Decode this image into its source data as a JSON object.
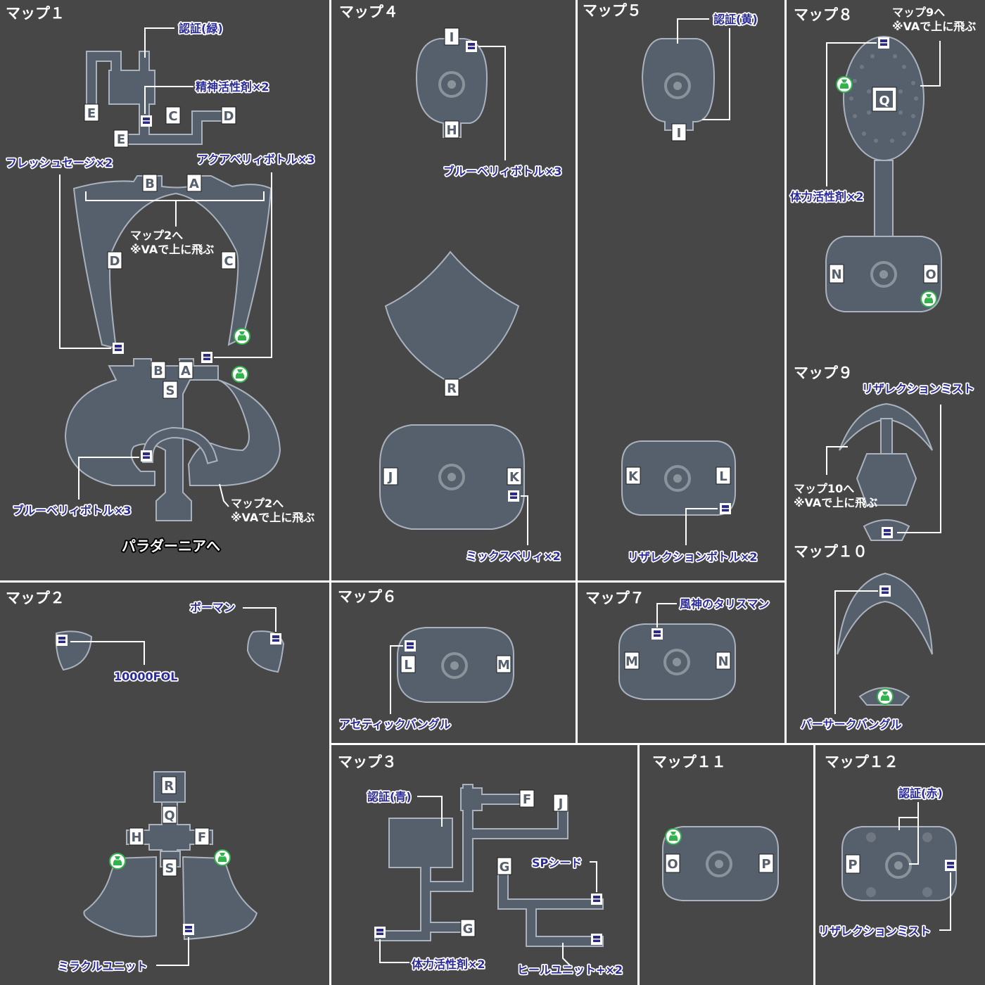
{
  "image": {
    "width": 1400,
    "height": 1400,
    "background": "#474747"
  },
  "colors": {
    "room_fill": "#56606c",
    "room_stroke": "#a9b2bd",
    "item_text": "#2a2a9a",
    "chest_marker": "#2b2b86",
    "bag_marker": "#33b14d",
    "leader_line": "#ffffff"
  },
  "panels": {
    "map1": {
      "title": "マップ１",
      "notes": {
        "to_map2_top_1": "マップ2へ",
        "to_map2_top_2": "※VAで上に飛ぶ",
        "to_map2_bot_1": "マップ2へ",
        "to_map2_bot_2": "※VAで上に飛ぶ"
      },
      "destination": "パラダーニアへ",
      "items": {
        "auth_green": "認証(緑)",
        "mental": "精神活性剤×2",
        "fresh_sage": "フレッシュセージ×2",
        "aqua_berry": "アクアベリィボトル×3",
        "blue_berry": "ブルーベリィボトル×3"
      },
      "markers": {
        "e1": "E",
        "c": "C",
        "d_top": "D",
        "e2": "E",
        "b_top": "B",
        "a_top": "A",
        "d": "D",
        "c_mid": "C",
        "b": "B",
        "a": "A",
        "s": "S"
      }
    },
    "map2": {
      "title": "マップ２",
      "items": {
        "fol": "10000FOL",
        "bowman": "ボーマン",
        "miracle": "ミラクルユニット"
      },
      "markers": {
        "r": "R",
        "q": "Q",
        "h": "H",
        "f": "F",
        "s": "S"
      }
    },
    "map3": {
      "title": "マップ３",
      "items": {
        "auth_blue": "認証(青)",
        "sp_seed": "SPシード",
        "vitality": "体力活性剤×2",
        "heal": "ヒールユニット+×2"
      },
      "markers": {
        "f": "F",
        "j": "J",
        "g1": "G",
        "g2": "G"
      }
    },
    "map4": {
      "title": "マップ４",
      "items": {
        "blue_berry": "ブルーベリィボトル×3",
        "mix_berry": "ミックスベリィ×2"
      },
      "markers": {
        "i": "I",
        "h": "H",
        "r": "R",
        "j": "J",
        "k": "K"
      }
    },
    "map5": {
      "title": "マップ５",
      "items": {
        "auth_yellow": "認証(黄)",
        "resurrection_bottle": "リザレクションボトル×2"
      },
      "markers": {
        "i": "I",
        "k": "K",
        "l": "L"
      }
    },
    "map6": {
      "title": "マップ６",
      "items": {
        "ascetic": "アセティックバングル"
      },
      "markers": {
        "l": "L",
        "m": "M"
      }
    },
    "map7": {
      "title": "マップ７",
      "items": {
        "wind_talisman": "風神のタリスマン"
      },
      "markers": {
        "m": "M",
        "n": "N"
      }
    },
    "map8": {
      "title": "マップ８",
      "notes": {
        "to_map9_1": "マップ9へ",
        "to_map9_2": "※VAで上に飛ぶ"
      },
      "items": {
        "vitality": "体力活性剤×2"
      },
      "markers": {
        "q": "Q",
        "n": "N",
        "o": "O"
      }
    },
    "map9": {
      "title": "マップ９",
      "notes": {
        "to_map10_1": "マップ10へ",
        "to_map10_2": "※VAで上に飛ぶ"
      },
      "items": {
        "resurrection_mist": "リザレクションミスト"
      }
    },
    "map10": {
      "title": "マップ１０",
      "items": {
        "berserk": "バーサークバングル"
      }
    },
    "map11": {
      "title": "マップ１１",
      "markers": {
        "o": "O",
        "p": "P"
      }
    },
    "map12": {
      "title": "マップ１２",
      "items": {
        "auth_red": "認証(赤)",
        "resurrection_mist": "リザレクションミスト"
      },
      "markers": {
        "p": "P"
      }
    }
  }
}
